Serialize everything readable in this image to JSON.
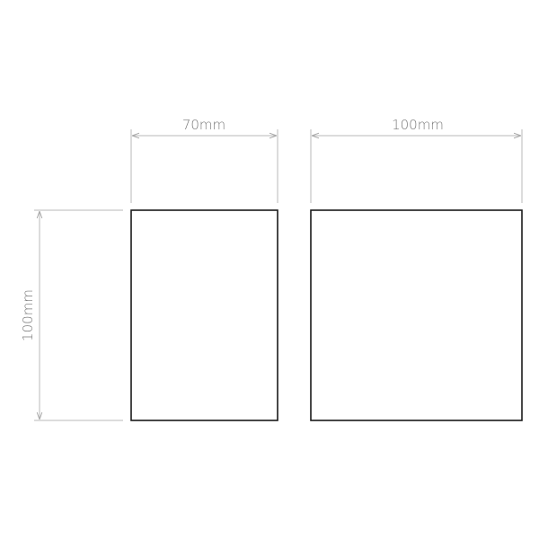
{
  "dimensions": {
    "front_width": "70mm",
    "side_width": "100mm",
    "height": "100mm"
  },
  "colors": {
    "outline": "#1a1a1a",
    "dimension_line": "#b8b8b8",
    "dimension_text": "#7a7a7a"
  }
}
